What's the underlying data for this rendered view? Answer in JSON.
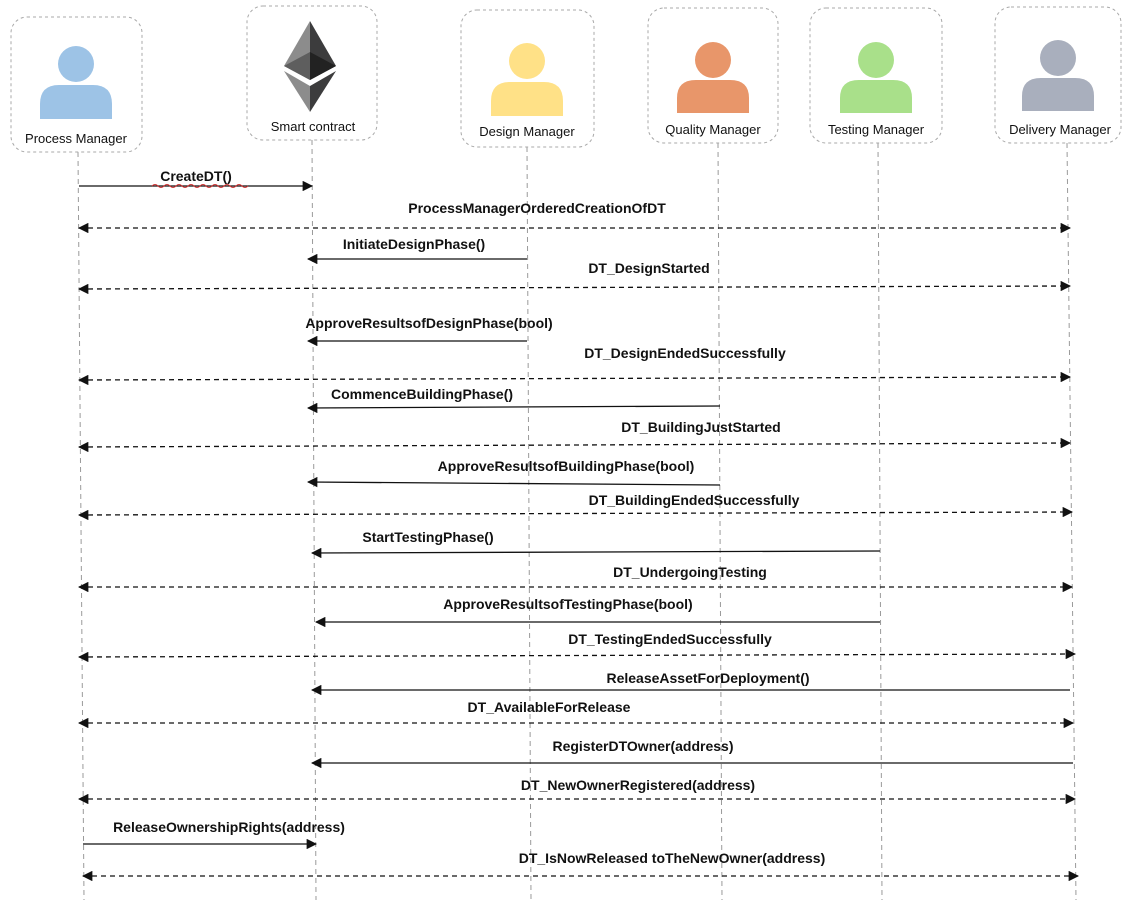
{
  "participants": [
    {
      "id": "process_manager",
      "label": "Process Manager",
      "icon": "person-icon",
      "color": "#9dc3e6"
    },
    {
      "id": "smart_contract",
      "label": "Smart contract",
      "icon": "ethereum-icon",
      "color": "#3c3c3d"
    },
    {
      "id": "design_manager",
      "label": "Design Manager",
      "icon": "person-icon",
      "color": "#ffe187"
    },
    {
      "id": "quality_manager",
      "label": "Quality Manager",
      "icon": "person-icon",
      "color": "#e8966a"
    },
    {
      "id": "testing_manager",
      "label": "Testing Manager",
      "icon": "person-icon",
      "color": "#a9e08a"
    },
    {
      "id": "delivery_manager",
      "label": "Delivery Manager",
      "icon": "person-icon",
      "color": "#a9afbd"
    }
  ],
  "messages": [
    {
      "label": "CreateDT()",
      "from": "process_manager",
      "to": "smart_contract",
      "style": "solid"
    },
    {
      "label": "ProcessManagerOrderedCreationOfDT",
      "from": "smart_contract",
      "to": "all",
      "style": "dashed"
    },
    {
      "label": "InitiateDesignPhase()",
      "from": "design_manager",
      "to": "smart_contract",
      "style": "solid"
    },
    {
      "label": "DT_DesignStarted",
      "from": "smart_contract",
      "to": "all",
      "style": "dashed"
    },
    {
      "label": "ApproveResultsofDesignPhase(bool)",
      "from": "design_manager",
      "to": "smart_contract",
      "style": "solid"
    },
    {
      "label": "DT_DesignEndedSuccessfully",
      "from": "smart_contract",
      "to": "all",
      "style": "dashed"
    },
    {
      "label": "CommenceBuildingPhase()",
      "from": "quality_manager",
      "to": "smart_contract",
      "style": "solid"
    },
    {
      "label": "DT_BuildingJustStarted",
      "from": "smart_contract",
      "to": "all",
      "style": "dashed"
    },
    {
      "label": "ApproveResultsofBuildingPhase(bool)",
      "from": "quality_manager",
      "to": "smart_contract",
      "style": "solid"
    },
    {
      "label": "DT_BuildingEndedSuccessfully",
      "from": "smart_contract",
      "to": "all",
      "style": "dashed"
    },
    {
      "label": "StartTestingPhase()",
      "from": "testing_manager",
      "to": "smart_contract",
      "style": "solid"
    },
    {
      "label": "DT_UndergoingTesting",
      "from": "smart_contract",
      "to": "all",
      "style": "dashed"
    },
    {
      "label": "ApproveResultsofTestingPhase(bool)",
      "from": "testing_manager",
      "to": "smart_contract",
      "style": "solid"
    },
    {
      "label": "DT_TestingEndedSuccessfully",
      "from": "smart_contract",
      "to": "all",
      "style": "dashed"
    },
    {
      "label": "ReleaseAssetForDeployment()",
      "from": "delivery_manager",
      "to": "smart_contract",
      "style": "solid"
    },
    {
      "label": "DT_AvailableForRelease",
      "from": "smart_contract",
      "to": "all",
      "style": "dashed"
    },
    {
      "label": "RegisterDTOwner(address)",
      "from": "delivery_manager",
      "to": "smart_contract",
      "style": "solid"
    },
    {
      "label": "DT_NewOwnerRegistered(address)",
      "from": "smart_contract",
      "to": "all",
      "style": "dashed"
    },
    {
      "label": "ReleaseOwnershipRights(address)",
      "from": "process_manager",
      "to": "smart_contract",
      "style": "solid"
    },
    {
      "label": "DT_IsNowReleased toTheNewOwner(address)",
      "from": "smart_contract",
      "to": "all",
      "style": "dashed"
    }
  ]
}
